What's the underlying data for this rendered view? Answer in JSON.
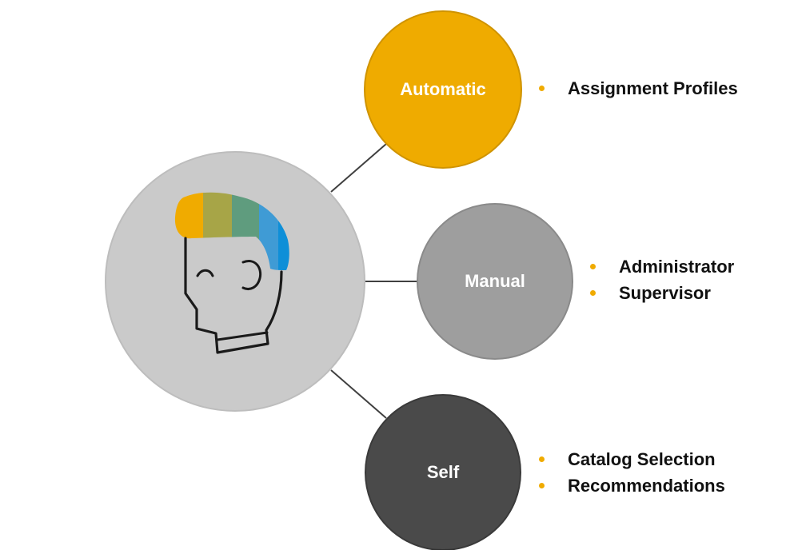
{
  "colors": {
    "center_fill": "#cacaca",
    "center_stroke": "#bdbdbd",
    "connector": "#404040",
    "bullet": "#f0ab00",
    "hair": [
      "#f0ab00",
      "#a7a547",
      "#5f9c7e",
      "#3f9bd5",
      "#0e8fd8"
    ]
  },
  "center": {
    "icon": "head-icon"
  },
  "categories": [
    {
      "label": "Automatic",
      "fill": "#efab00",
      "stroke": "#cf9300",
      "items": [
        "Assignment Profiles"
      ]
    },
    {
      "label": "Manual",
      "fill": "#9e9e9e",
      "stroke": "#8a8a8a",
      "items": [
        "Administrator",
        "Supervisor"
      ]
    },
    {
      "label": "Self",
      "fill": "#4a4a4a",
      "stroke": "#3a3a3a",
      "items": [
        "Catalog Selection",
        "Recommendations"
      ]
    }
  ]
}
